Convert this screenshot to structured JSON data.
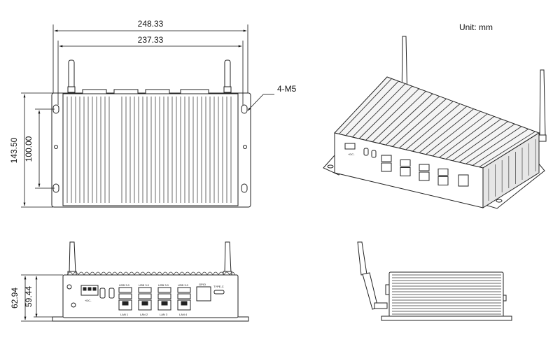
{
  "unit": "Unit:  mm",
  "front": {
    "width_outer": "248.33",
    "width_holes": "237.33",
    "height_outer": "143.50",
    "height_holes": "100.00",
    "screws": "4-M5"
  },
  "side": {
    "height_outer": "62.94",
    "height_body": "59.44"
  },
  "ports": {
    "dc": "+DC-",
    "usb3": [
      "USB 3.0",
      "USB 3.0",
      "USB 3.0",
      "USB 3.0"
    ],
    "lan": [
      "LAN 1",
      "LAN 2",
      "LAN 3",
      "LAN 4"
    ],
    "gpio": "GPIO",
    "typec": "TYPE-C"
  }
}
